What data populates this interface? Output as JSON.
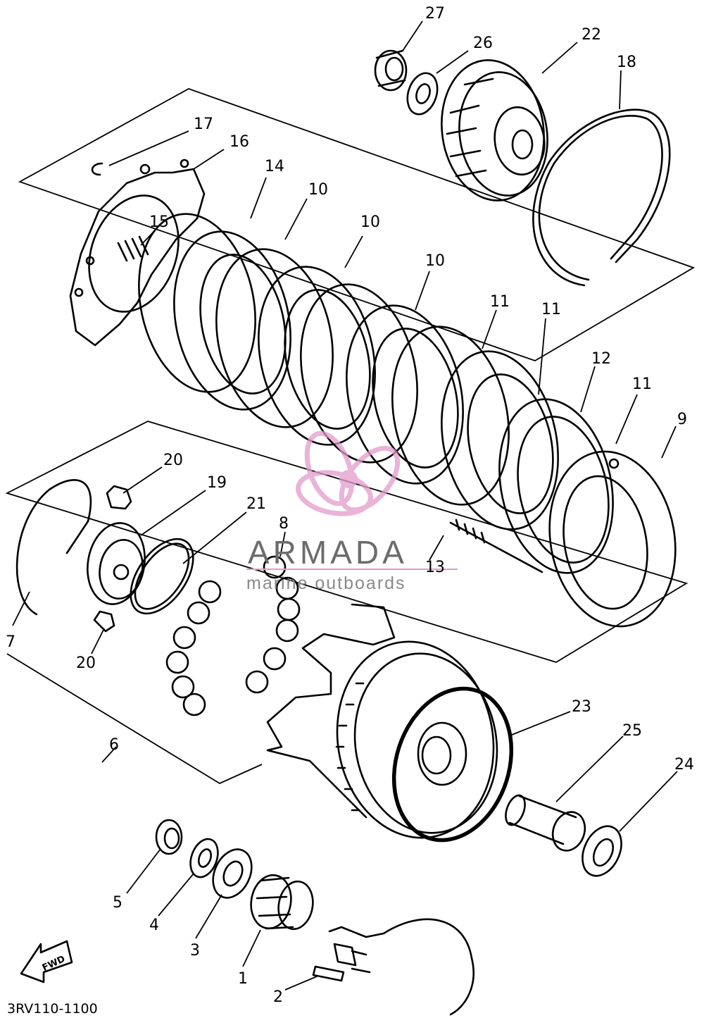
{
  "diagram_code": "3RV110-1100",
  "watermark": {
    "brand": "ARMADA",
    "tagline": "marine outboards",
    "logo_color": "#e39acb"
  },
  "fwd_badge": "FWD",
  "part_labels": {
    "p27": "27",
    "p26": "26",
    "p22": "22",
    "p18": "18",
    "p17": "17",
    "p16": "16",
    "p14": "14",
    "p15": "15",
    "p10a": "10",
    "p10b": "10",
    "p10c": "10",
    "p11a": "11",
    "p11b": "11",
    "p11c": "11",
    "p12": "12",
    "p9": "9",
    "p20a": "20",
    "p19": "19",
    "p21": "21",
    "p8": "8",
    "p7": "7",
    "p20b": "20",
    "p13": "13",
    "p6": "6",
    "p23": "23",
    "p25": "25",
    "p24": "24",
    "p5": "5",
    "p4": "4",
    "p3": "3",
    "p1": "1",
    "p2": "2"
  }
}
